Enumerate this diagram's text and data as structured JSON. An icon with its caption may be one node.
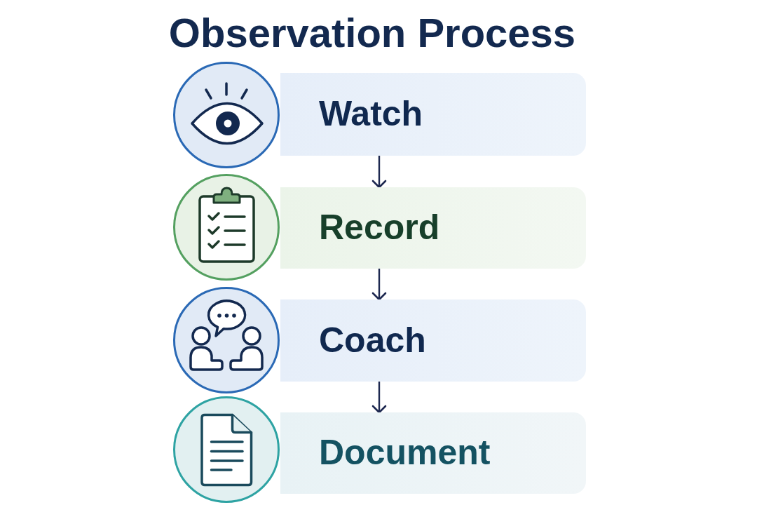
{
  "diagram": {
    "title": "Observation Process",
    "nodes": [
      {
        "text": [
          "Watch"
        ]
      },
      {
        "text": [
          "Record"
        ]
      },
      {
        "text": [
          "Coach"
        ]
      },
      {
        "text": [
          "Document"
        ]
      }
    ],
    "edges": [
      {
        "from": 0,
        "to": 1,
        "arrow": "to"
      },
      {
        "from": 1,
        "to": 2,
        "arrow": "to"
      },
      {
        "from": 2,
        "to": 3,
        "arrow": "to"
      }
    ]
  }
}
